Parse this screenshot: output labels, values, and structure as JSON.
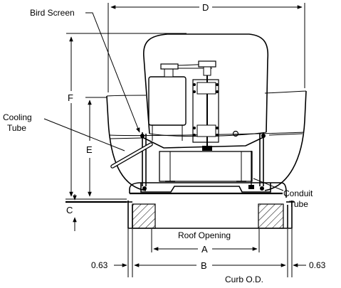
{
  "labels": {
    "bird_screen": "Bird Screen",
    "cooling_tube_1": "Cooling",
    "cooling_tube_2": "Tube",
    "conduit_tube_1": "Conduit",
    "conduit_tube_2": "Tube",
    "roof_opening": "Roof Opening",
    "curb_od": "Curb O.D."
  },
  "dimensions": {
    "a": "A",
    "b": "B",
    "c": "C",
    "d": "D",
    "e": "E",
    "f": "F",
    "left_offset": "0.63",
    "right_offset": "0.63"
  }
}
